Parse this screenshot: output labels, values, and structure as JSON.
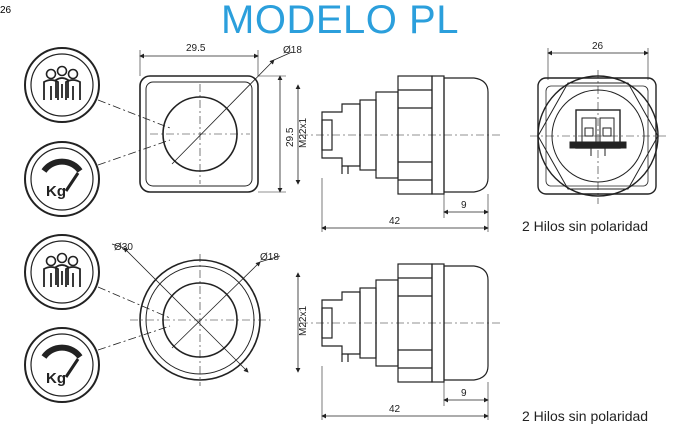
{
  "title": "MODELO PL",
  "dimensions": {
    "square_width": "29.5",
    "square_height": "29.5",
    "lens_diameter": "Ø18",
    "lens_diameter_round": "Ø18",
    "round_diameter": "Ø30",
    "thread": "M22x1",
    "body_length": "42",
    "bezel_depth": "9",
    "rear_width": "26"
  },
  "captions": {
    "top": "2 Hilos sin polaridad",
    "bottom": "2 Hilos sin polaridad"
  },
  "icons": {
    "people": "people-icon",
    "scale": "kg-scale-icon",
    "scale_label": "Kg"
  },
  "colors": {
    "title": "#2b9fdc",
    "line": "#222222"
  }
}
